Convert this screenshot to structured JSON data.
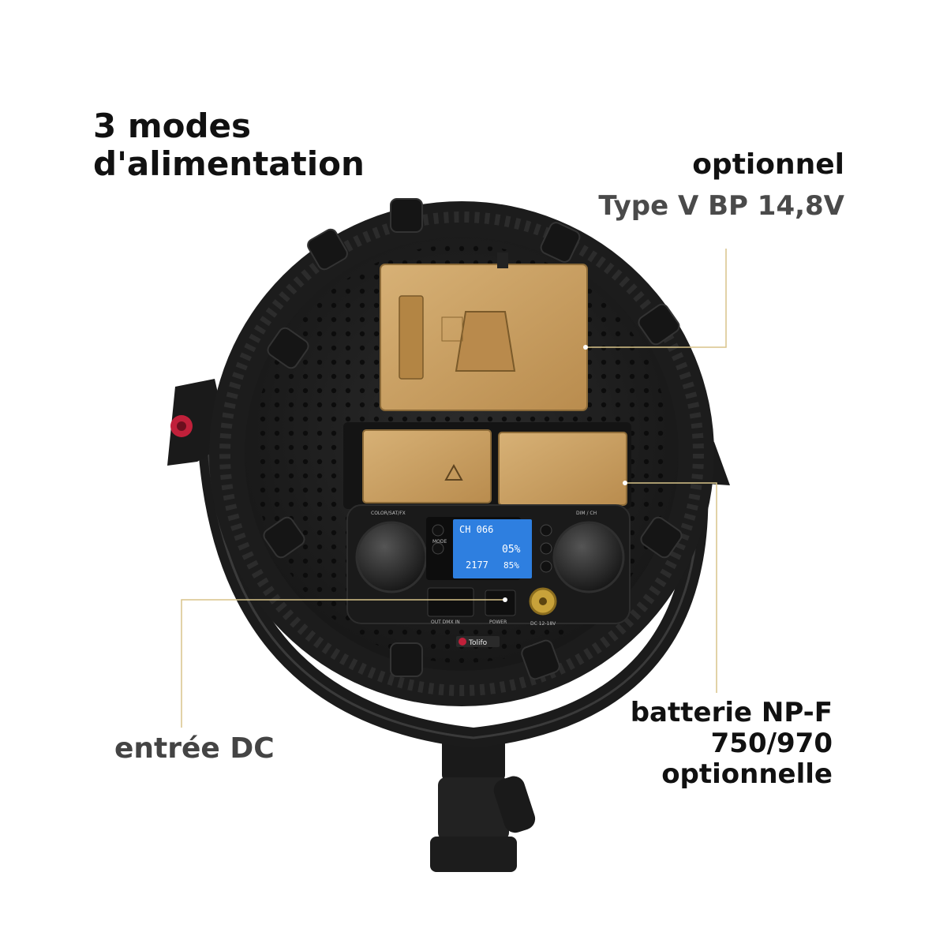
{
  "title": {
    "line1": "3 modes",
    "line2": "d'alimentation"
  },
  "callouts": {
    "vmount": {
      "title": "optionnel",
      "subtitle": "Type V BP 14,8V"
    },
    "dc_input": {
      "label": "entrée DC"
    },
    "npf": {
      "line1": "batterie NP-F",
      "line2": "750/970",
      "line3": "optionnelle"
    }
  },
  "device": {
    "brand": "Tolifo",
    "lcd": {
      "channel": "CH 066",
      "brightness": "05%",
      "color_temp": "2177",
      "saturation": "85%"
    },
    "panel_labels": {
      "left_knob": "COLOR/SAT/FX",
      "right_knob": "DIM / CH",
      "mode": "MODE",
      "power": "POWER",
      "dc": "DC 12-18V",
      "ports": "OUT  DMX  IN"
    }
  },
  "colors": {
    "battery_plate": "#c9a063",
    "body": "#1f1f1f",
    "lcd": "#2e7fe0",
    "callout_line": "#d8c48a",
    "dc_connector": "#c8a23a"
  }
}
